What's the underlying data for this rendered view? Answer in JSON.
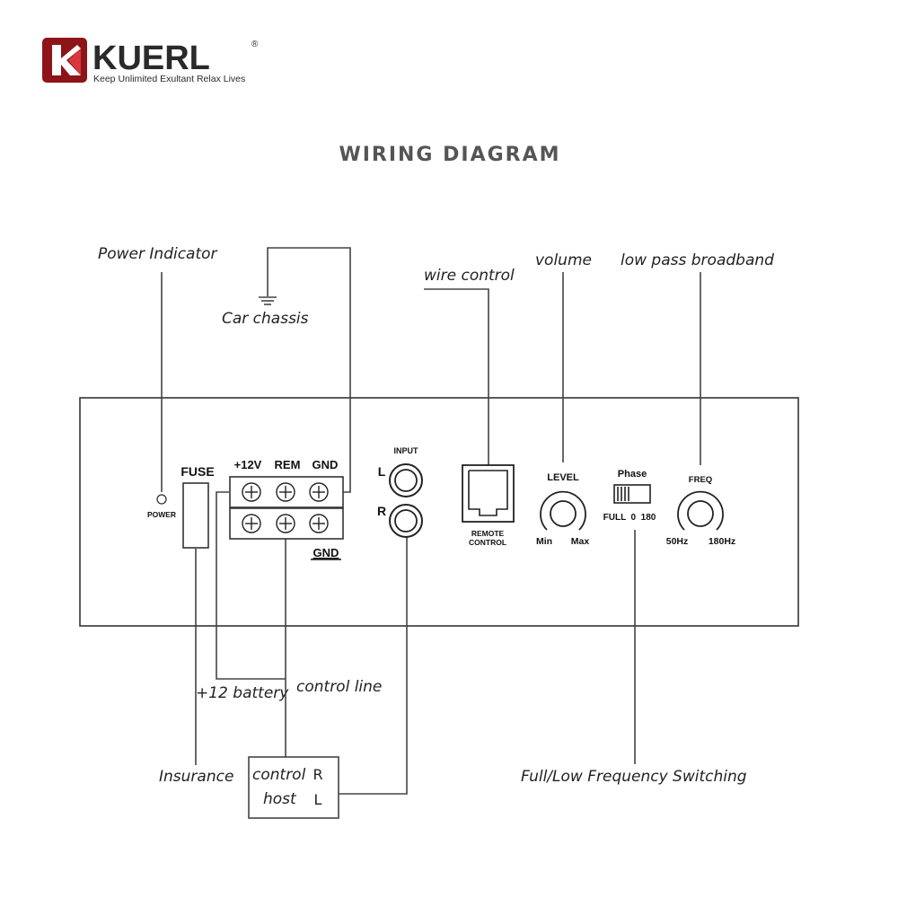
{
  "brand": {
    "name": "KUERL",
    "registered": "®",
    "tagline": "Keep Unlimited Exultant Relax Lives"
  },
  "title": "WIRING DIAGRAM",
  "callouts": {
    "power_indicator": "Power Indicator",
    "car_chassis": "Car chassis",
    "wire_control": "wire control",
    "volume": "volume",
    "low_pass": "low pass broadband",
    "battery": "+12 battery",
    "control_line": "control line",
    "insurance": "Insurance",
    "full_low": "Full/Low Frequency Switching"
  },
  "panel": {
    "power": "POWER",
    "fuse": "FUSE",
    "terminals": [
      "+12V",
      "REM",
      "GND"
    ],
    "gnd_bottom": "GND",
    "input": "INPUT",
    "input_l": "L",
    "input_r": "R",
    "remote_line1": "REMOTE",
    "remote_line2": "CONTROL",
    "level": "LEVEL",
    "level_min": "Min",
    "level_max": "Max",
    "phase": "Phase",
    "phase_scale": "FULL  0  180",
    "freq": "FREQ",
    "freq_min": "50Hz",
    "freq_max": "180Hz"
  },
  "control_host": {
    "line1": "control",
    "line2": "host",
    "r": "R",
    "l": "L"
  },
  "colors": {
    "brand_red": "#b01c22",
    "brand_text": "#2a2a2a",
    "title": "#555555"
  }
}
